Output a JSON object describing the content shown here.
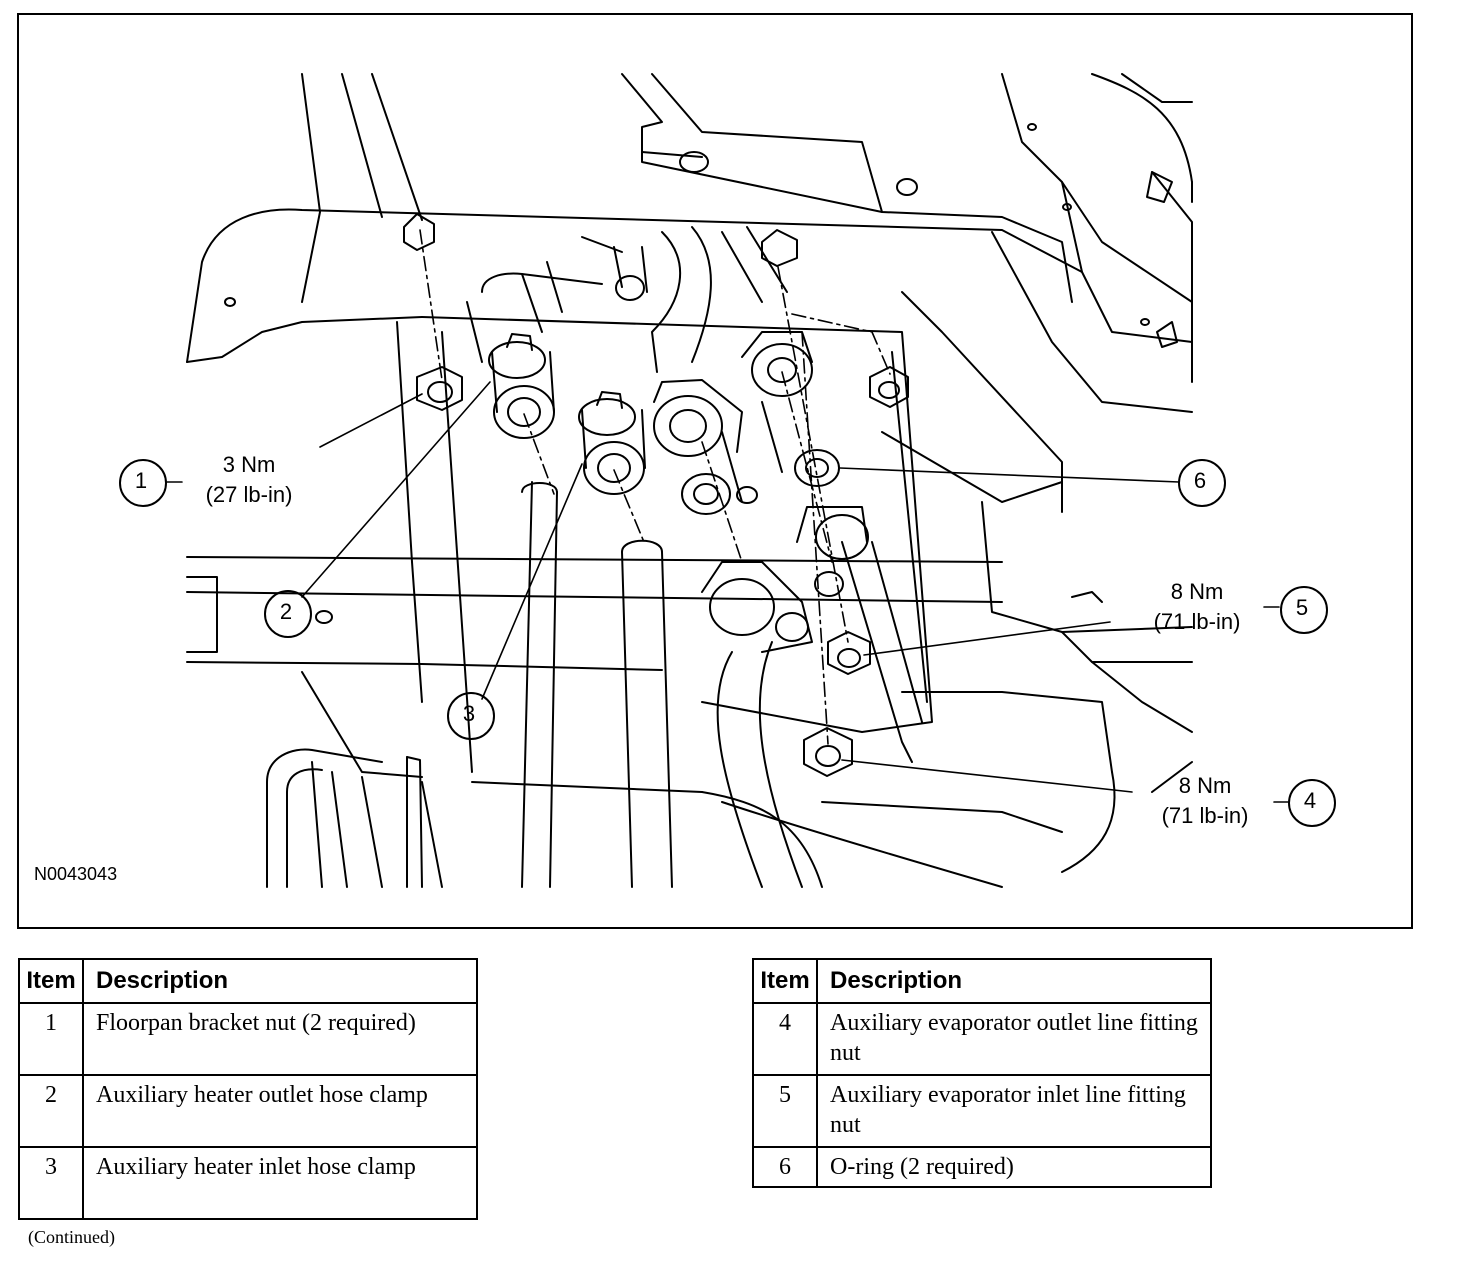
{
  "figure": {
    "id": "N0043043",
    "callouts": [
      {
        "num": "1",
        "torque": "3 Nm",
        "torque_alt": "(27 lb-in)"
      },
      {
        "num": "2"
      },
      {
        "num": "3"
      },
      {
        "num": "4",
        "torque": "8 Nm",
        "torque_alt": "(71 lb-in)"
      },
      {
        "num": "5",
        "torque": "8 Nm",
        "torque_alt": "(71 lb-in)"
      },
      {
        "num": "6"
      }
    ]
  },
  "tables": [
    {
      "headers": [
        "Item",
        "Description"
      ],
      "rows": [
        {
          "item": "1",
          "description": "Floorpan bracket nut (2 required)"
        },
        {
          "item": "2",
          "description": "Auxiliary heater outlet hose clamp"
        },
        {
          "item": "3",
          "description": "Auxiliary heater inlet hose clamp"
        }
      ]
    },
    {
      "headers": [
        "Item",
        "Description"
      ],
      "rows": [
        {
          "item": "4",
          "description": "Auxiliary evaporator outlet line fitting nut"
        },
        {
          "item": "5",
          "description": "Auxiliary evaporator inlet line fitting nut"
        },
        {
          "item": "6",
          "description": "O-ring (2 required)"
        }
      ]
    }
  ],
  "footer_note": "(Continued)"
}
